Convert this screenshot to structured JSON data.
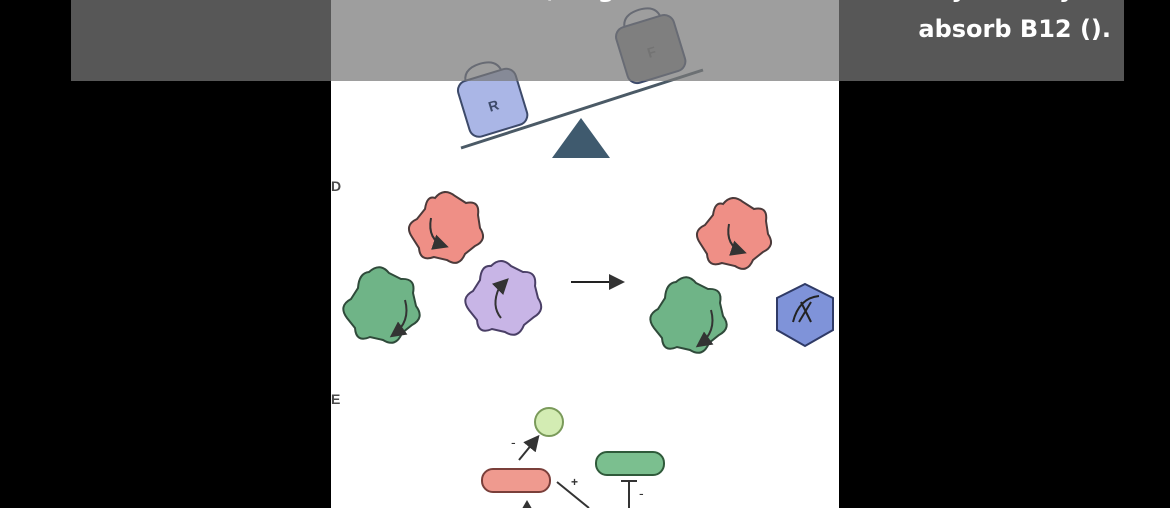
{
  "figure": {
    "labels": {
      "seesaw_left": "R",
      "seesaw_right": "F",
      "panel_d": "D",
      "panel_e": "E",
      "sign_minus_1": "-",
      "sign_plus": "+",
      "sign_minus_2": "-"
    },
    "colors": {
      "blue_block": "#aab6e6",
      "pink_gear": "#ef8f86",
      "green_gear": "#6fb487",
      "purple_gear": "#c8b5e6",
      "blue_hexagon": "#7f93d9",
      "fulcrum": "#3f5a6e",
      "light_green_circle": "#d3ecb3",
      "salmon_bar": "#ef9a8f",
      "green_bar": "#7bbf8f"
    },
    "icons": [
      "weight-block-icon",
      "gear-icon",
      "hexagon-icon",
      "arrow-right-icon",
      "inhibition-icon"
    ]
  },
  "caption": {
    "line1": "illness and Crohns illness, might interfere with the bodys ability to",
    "line2": "absorb B12 ()."
  }
}
